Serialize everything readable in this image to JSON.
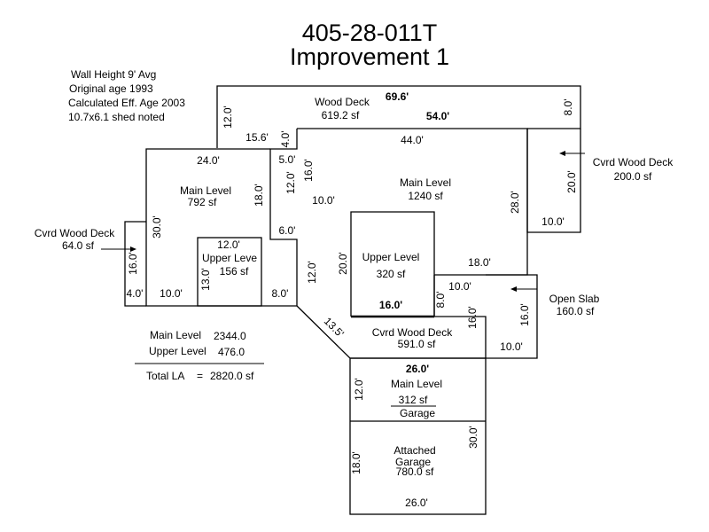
{
  "title": {
    "line1": "405-28-011T",
    "line2": "Improvement 1"
  },
  "notes": [
    "Wall Height 9' Avg",
    "Original age 1993",
    "Calculated Eff. Age 2003",
    "10.7x6.1 shed noted"
  ],
  "areas": {
    "wood_deck": {
      "name": "Wood Deck",
      "area": "619.2 sf"
    },
    "main_level_right": {
      "name": "Main Level",
      "area": "1240 sf"
    },
    "main_level_left": {
      "name": "Main Level",
      "area": "792 sf"
    },
    "upper_level_center": {
      "name": "Upper Level",
      "area": "320 sf"
    },
    "upper_level_left": {
      "name": "Upper Leve",
      "area": "156 sf"
    },
    "cvrd_wood_deck_right": {
      "name": "Cvrd Wood Deck",
      "area": "200.0 sf"
    },
    "cvrd_wood_deck_left": {
      "name": "Cvrd Wood Deck",
      "area": "64.0 sf"
    },
    "open_slab": {
      "name": "Open Slab",
      "area": "160.0 sf"
    },
    "cvrd_wood_deck_bottom": {
      "name": "Cvrd Wood Deck",
      "area": "591.0 sf"
    },
    "main_level_garage": {
      "name": "Main Level",
      "area": "312 sf",
      "sub": "Garage"
    },
    "attached_garage": {
      "line1": "Attached",
      "line2": "Garage",
      "area": "780.0 sf"
    }
  },
  "dimensions": {
    "d_69_6": "69.6'",
    "d_54_0": "54.0'",
    "d_8_0_top": "8.0'",
    "d_12_0_deck": "12.0'",
    "d_15_6": "15.6'",
    "d_4_0_top": "4.0'",
    "d_44_0": "44.0'",
    "d_24_0": "24.0'",
    "d_5_0": "5.0'",
    "d_16_0_inner": "16.0'",
    "d_12_0_inner": "12.0'",
    "d_18_0_left": "18.0'",
    "d_10_0_inner": "10.0'",
    "d_28_0": "28.0'",
    "d_20_0_cvrd": "20.0'",
    "d_10_0_cvrd": "10.0'",
    "d_30_0_left": "30.0'",
    "d_6_0": "6.0'",
    "d_12_0_upper": "12.0'",
    "d_16_0_left": "16.0'",
    "d_13_0": "13.0'",
    "d_4_0_bottom": "4.0'",
    "d_10_0_bottom": "10.0'",
    "d_8_0_bottom": "8.0'",
    "d_12_0_center": "12.0'",
    "d_20_0_upper": "20.0'",
    "d_16_0_upper": "16.0'",
    "d_18_0_center": "18.0'",
    "d_10_0_slab": "10.0'",
    "d_8_0_deck": "8.0'",
    "d_16_0_deck": "16.0'",
    "d_16_0_slab": "16.0'",
    "d_10_0_slab_bottom": "10.0'",
    "d_13_5": "13.5'",
    "d_26_0_top": "26.0'",
    "d_12_0_garage": "12.0'",
    "d_30_0_garage": "30.0'",
    "d_18_0_garage": "18.0'",
    "d_26_0_bottom": "26.0'"
  },
  "summary": {
    "main_level_label": "Main Level",
    "main_level_value": "2344.0",
    "upper_level_label": "Upper Level",
    "upper_level_value": "476.0",
    "total_label": "Total LA",
    "total_eq": "=",
    "total_value": "2820.0 sf"
  }
}
